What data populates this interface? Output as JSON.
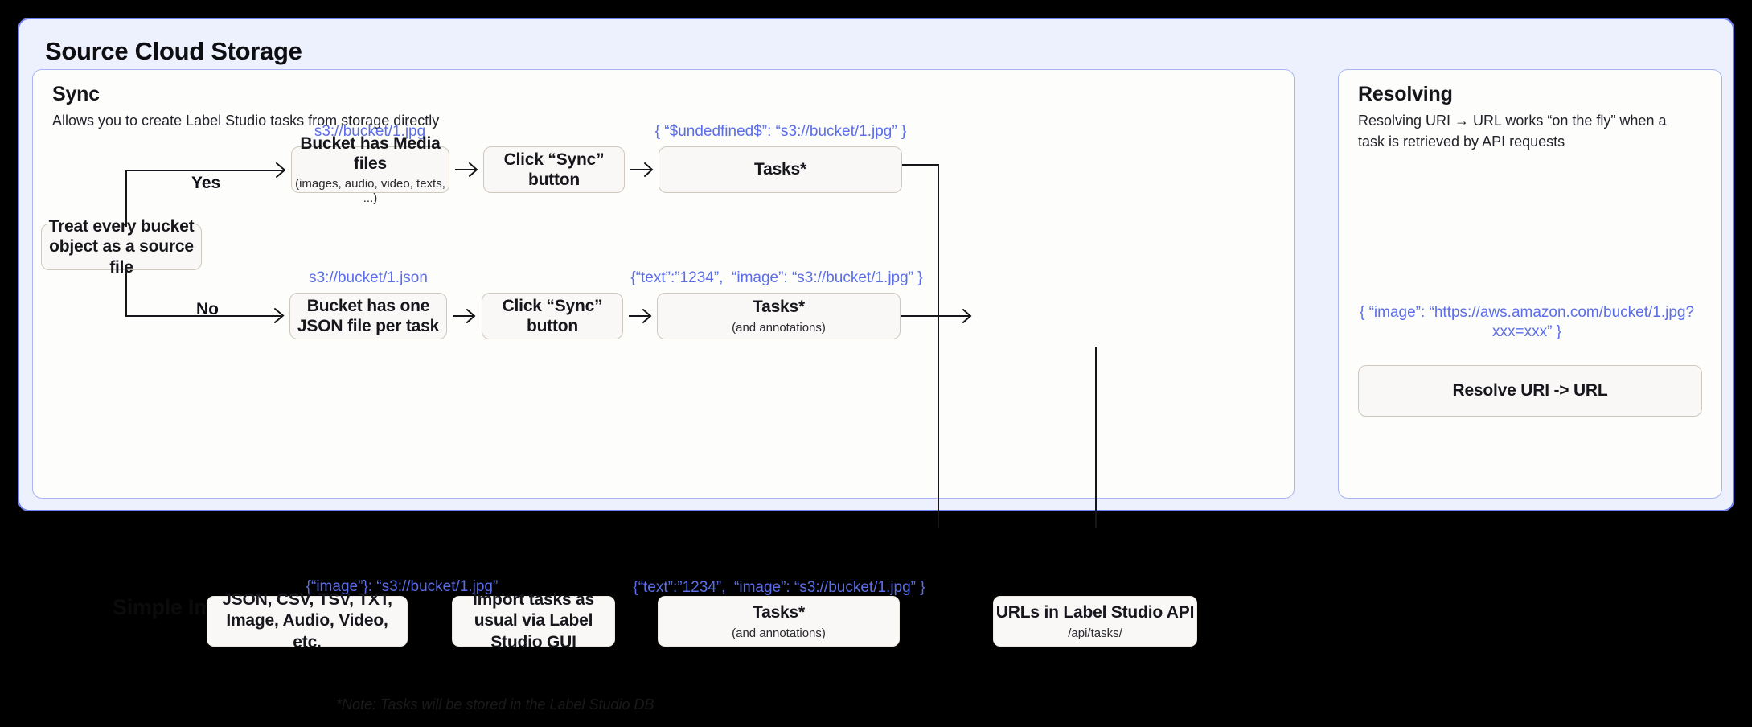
{
  "outer": {
    "title": "Source Cloud Storage",
    "accent_border": "#6E7DF0",
    "accent_bg": "#EDF0FD"
  },
  "sync_panel": {
    "title": "Sync",
    "subtitle": "Allows you to create Label Studio tasks from storage directly",
    "decision": "Treat every bucket object as a source file",
    "branch_yes": "Yes",
    "branch_no": "No",
    "yes_row": {
      "uri_label": "s3://bucket/1.jpg",
      "box1_title": "Bucket has Media files",
      "box1_sub": "(images, audio, video, texts, ...)",
      "box2_title": "Click “Sync” button",
      "json_label": "{ “$undedfined$”: “s3://bucket/1.jpg” }",
      "box3_title": "Tasks*"
    },
    "no_row": {
      "uri_label": "s3://bucket/1.json",
      "box1_title": "Bucket has one JSON file per task",
      "box2_title": "Click “Sync” button",
      "json_label": "{“text”:”1234”,  “image”: “s3://bucket/1.jpg” }",
      "box3_title": "Tasks*",
      "box3_sub": "(and annotations)"
    }
  },
  "resolving_panel": {
    "title": "Resolving",
    "subtitle": "Resolving URI → URL works “on the fly” when a task is retrieved by API requests",
    "json_label": "{ “image”: “https://aws.amazon.com/bucket/1.jpg?xxx=xxx” }",
    "box_title": "Resolve URI -> URL"
  },
  "bottom_row": {
    "ghost_label": "Simple Import",
    "formats": {
      "json_label": "{“image”}: “s3://bucket/1.jpg”",
      "title": "JSON, CSV, TSV, TXT, Image, Audio, Video, etc."
    },
    "import_box": {
      "title": "Import tasks as usual via Label Studio GUI"
    },
    "tasks_box": {
      "json_label": "{“text”:”1234”,  “image”: “s3://bucket/1.jpg” }",
      "title": "Tasks*",
      "sub": "(and annotations)"
    },
    "urls_box": {
      "title": "URLs in Label Studio API",
      "sub": "/api/tasks/"
    },
    "note": "*Note: Tasks will be stored in the Label Studio DB"
  }
}
